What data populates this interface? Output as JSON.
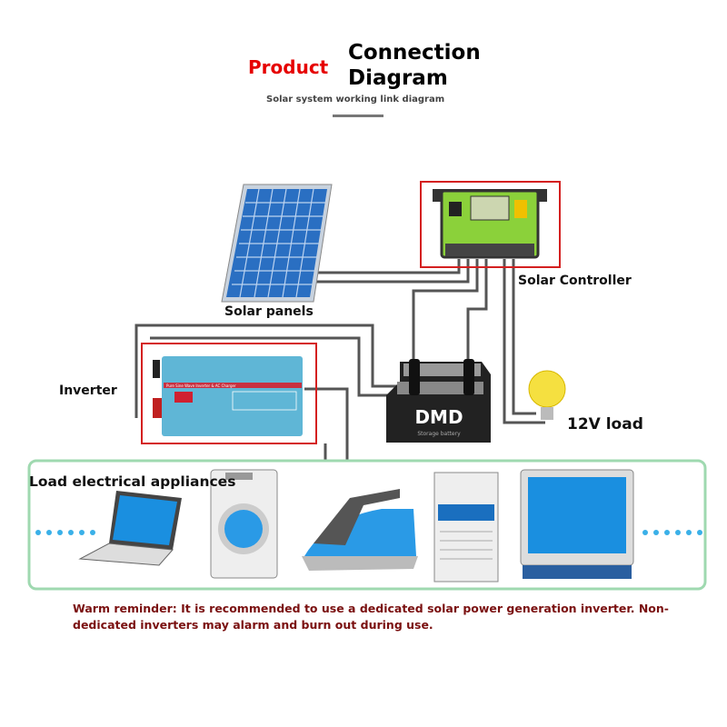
{
  "header": {
    "title_red": "Product",
    "title_black": "Connection Diagram",
    "subtitle": "Solar system working link diagram"
  },
  "components": {
    "solar_panels": "Solar panels",
    "solar_controller": "Solar Controller",
    "inverter": "Inverter",
    "inverter_strip": "Pure Sine Wave Inverter & AC Charger",
    "battery_brand": "DMD",
    "battery_sub": "Storage battery",
    "load_12v": "12V load",
    "appliances_label": "Load electrical appliances"
  },
  "reminder": "Warm reminder: It is recommended to use a dedicated solar power generation inverter. Non-dedicated inverters may alarm and burn out during use.",
  "colors": {
    "accent_red": "#e60000",
    "box_red": "#d42020",
    "frame_green": "#9fd9b0",
    "reminder": "#7a1010"
  }
}
